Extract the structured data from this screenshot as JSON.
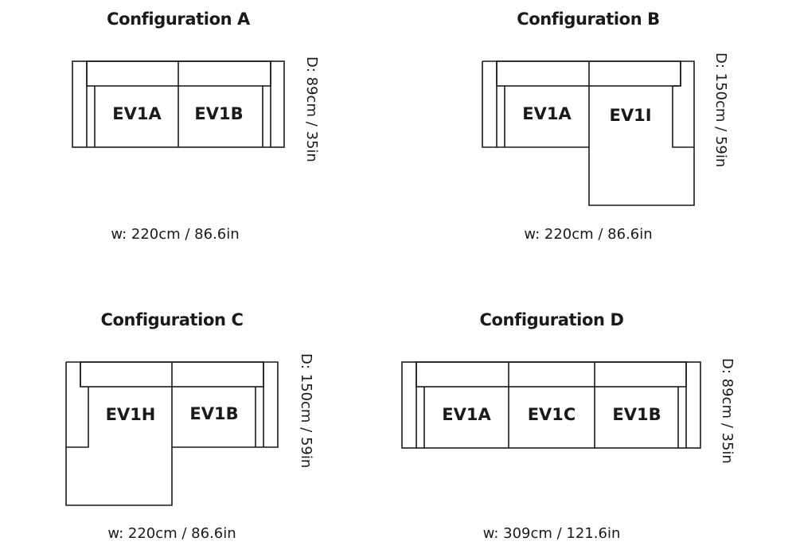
{
  "configurations": [
    {
      "title": "Configuration A",
      "width": "w: 220cm / 86.6in",
      "depth": "D: 89cm / 35in",
      "modules": [
        "EV1A",
        "EV1B"
      ]
    },
    {
      "title": "Configuration B",
      "width": "w: 220cm / 86.6in",
      "depth": "D: 150cm / 59in",
      "modules": [
        "EV1A",
        "EV1I"
      ]
    },
    {
      "title": "Configuration C",
      "width": "w: 220cm / 86.6in",
      "depth": "D: 150cm / 59in",
      "modules": [
        "EV1H",
        "EV1B"
      ]
    },
    {
      "title": "Configuration D",
      "width": "w: 309cm / 121.6in",
      "depth": "D: 89cm / 35in",
      "modules": [
        "EV1A",
        "EV1C",
        "EV1B"
      ]
    }
  ]
}
